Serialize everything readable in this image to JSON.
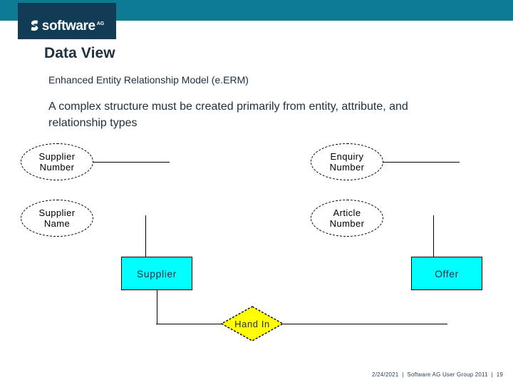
{
  "header": {
    "band_color": "#0C7B93",
    "logo": {
      "box_color": "#123C55",
      "mark_name": "software-ag-swirl-logo",
      "word": "software",
      "superscript": "AG"
    }
  },
  "slide": {
    "title": "Data View",
    "subtitle": "Enhanced Entity Relationship Model (e.ERM)",
    "body": "A complex structure must be created primarily from entity, attribute, and relationship types"
  },
  "diagram": {
    "type": "entity-relationship",
    "attribute_fill": "#ffffff",
    "entity_fill": "#00FFFF",
    "relationship_fill": "#FFFF00",
    "line_color": "#000000",
    "attributes": [
      {
        "id": "supplier-number",
        "line1": "Supplier",
        "line2": "Number",
        "key": true
      },
      {
        "id": "enquiry-number",
        "line1": "Enquiry",
        "line2": "Number",
        "key": true
      },
      {
        "id": "supplier-name",
        "line1": "Supplier",
        "line2": "Name",
        "key": true
      },
      {
        "id": "article-number",
        "line1": "Article",
        "line2": "Number",
        "key": true
      }
    ],
    "entities": [
      {
        "id": "supplier",
        "label": "Supplier"
      },
      {
        "id": "offer",
        "label": "Offer"
      }
    ],
    "relationships": [
      {
        "id": "hand-in",
        "label": "Hand In"
      }
    ]
  },
  "footer": {
    "date": "2/24/2021",
    "sep1": "  |  ",
    "source": "Software AG User Group 2011",
    "sep2": "  |  ",
    "page": "19"
  }
}
